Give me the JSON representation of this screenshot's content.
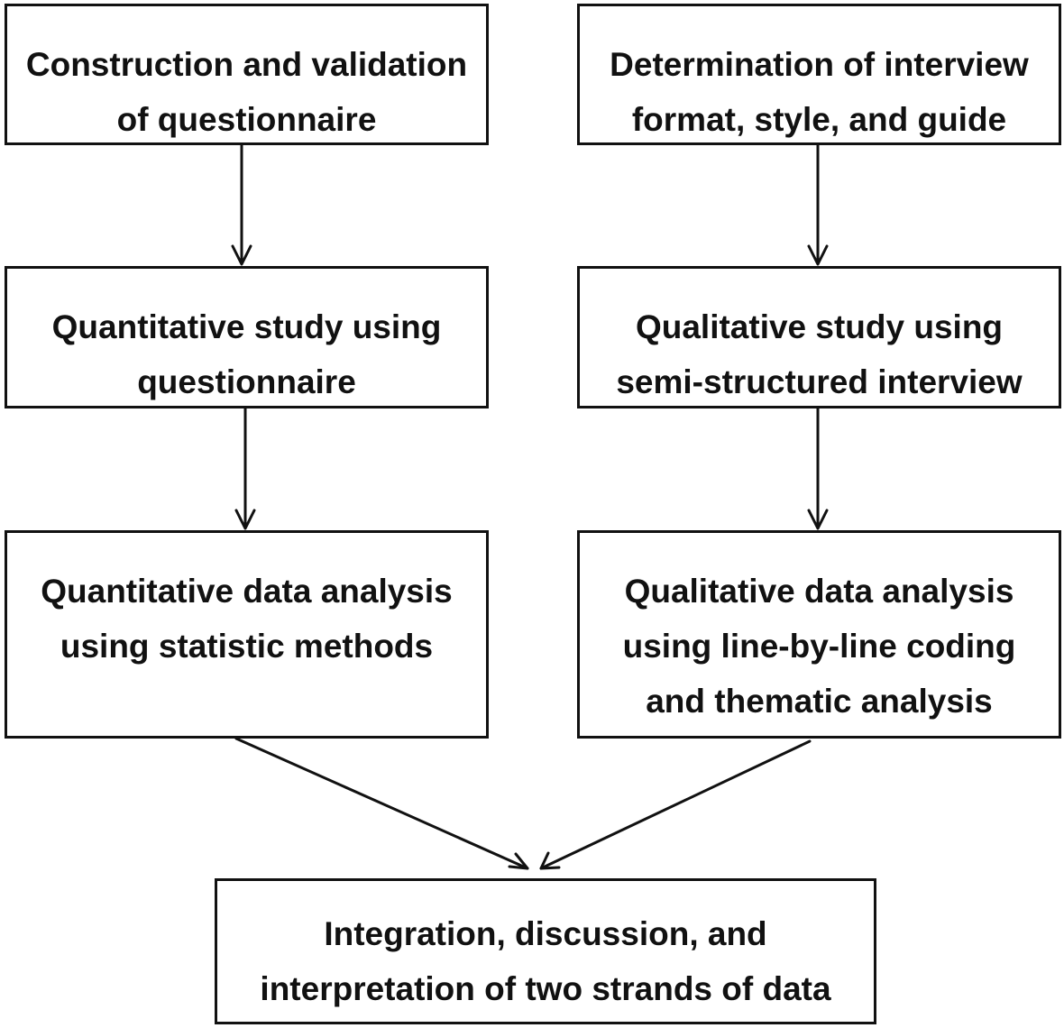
{
  "diagram": {
    "left_column": [
      {
        "lines": [
          "Construction and validation",
          "of questionnaire"
        ]
      },
      {
        "lines": [
          "Quantitative study using",
          "questionnaire"
        ]
      },
      {
        "lines": [
          "Quantitative data analysis",
          "using statistic methods"
        ]
      }
    ],
    "right_column": [
      {
        "lines": [
          "Determination of interview",
          "format, style, and guide"
        ]
      },
      {
        "lines": [
          "Qualitative study using",
          "semi-structured interview"
        ]
      },
      {
        "lines": [
          "Qualitative data analysis",
          "using line-by-line coding",
          "and thematic analysis"
        ]
      }
    ],
    "final": {
      "lines": [
        "Integration, discussion, and",
        "interpretation of two strands of data"
      ]
    },
    "colors": {
      "ink": "#111111",
      "background": "#ffffff"
    }
  }
}
